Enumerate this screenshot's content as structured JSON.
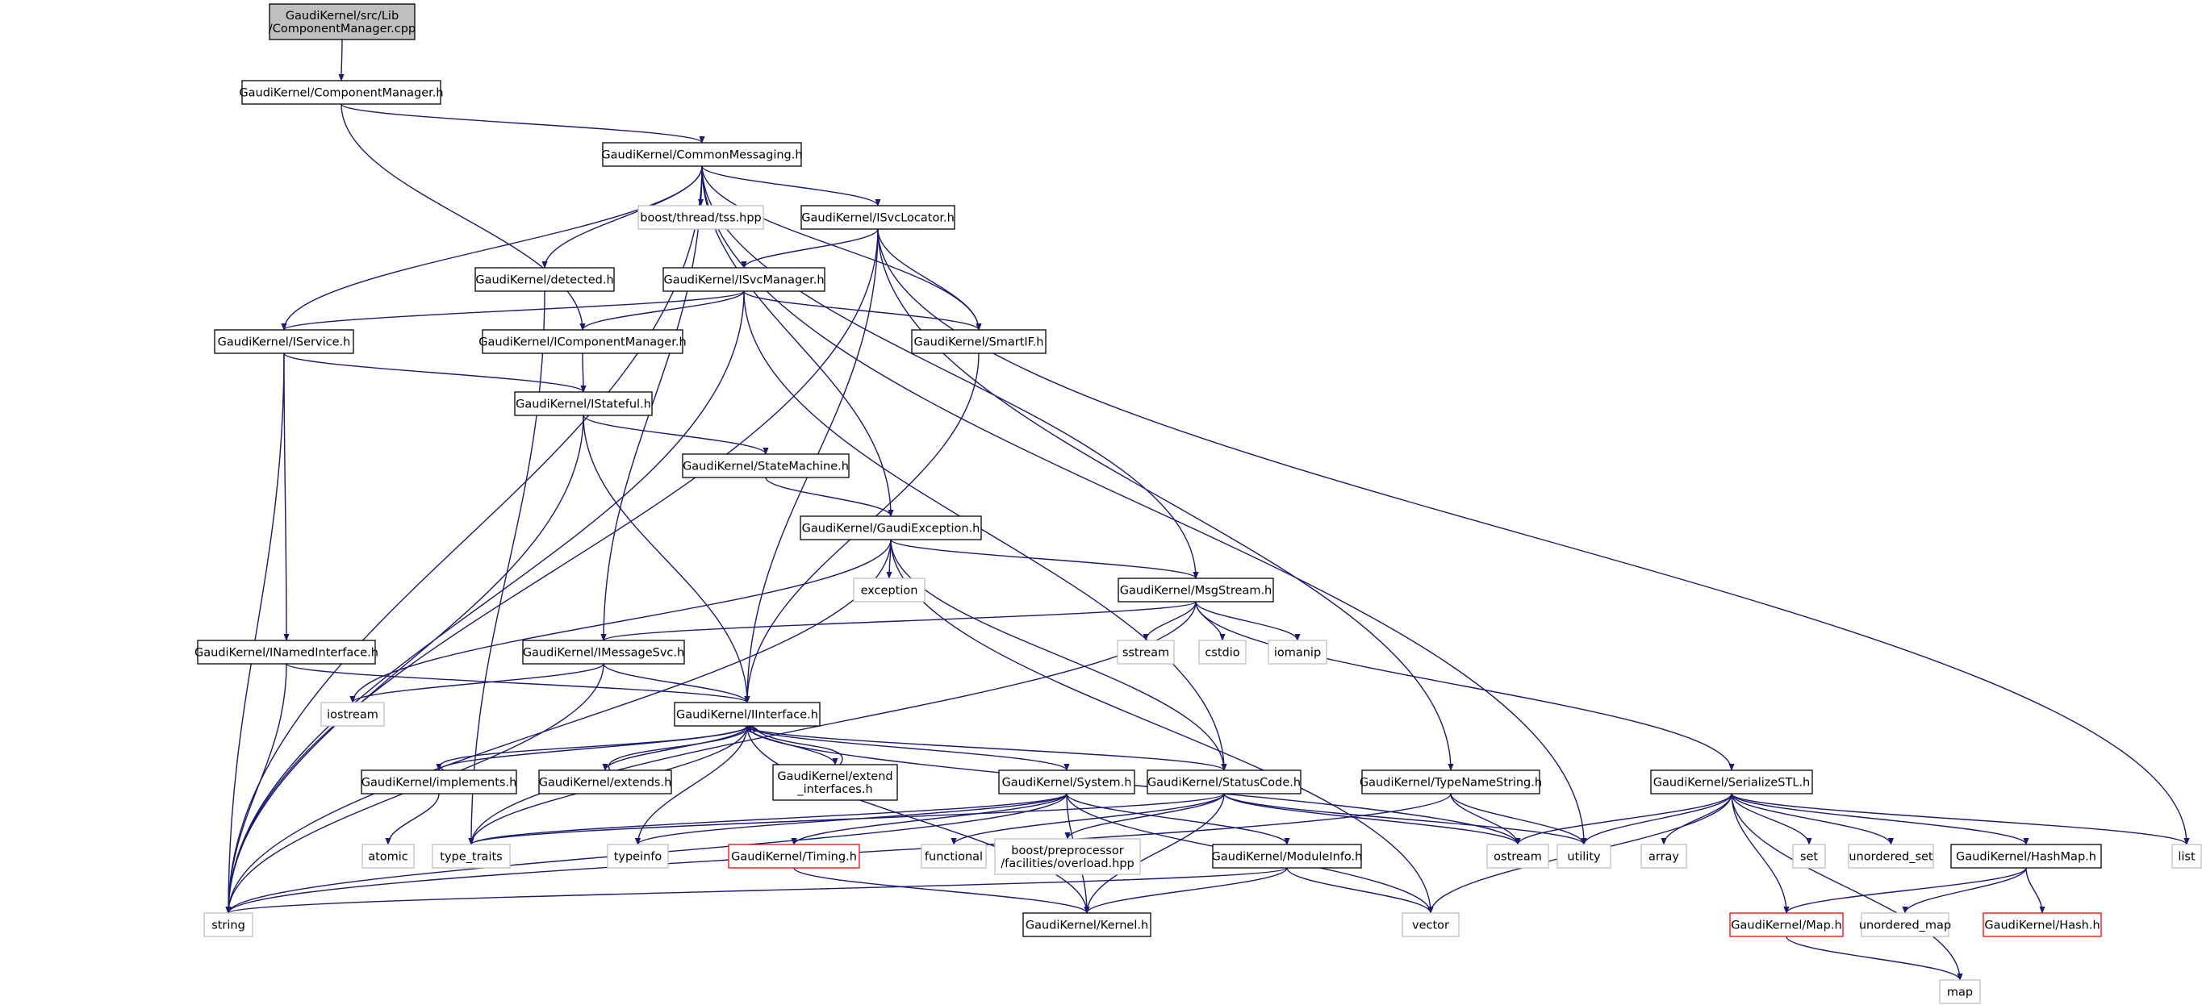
{
  "colors": {
    "edge": "#191970",
    "node_border_default": "#000000",
    "node_border_external": "#bfbfbf",
    "node_border_incomplete": "#ff0000",
    "root_fill": "#bfbfbf",
    "node_fill": "#ffffff",
    "text": "#000000"
  },
  "nodes": [
    {
      "id": "root",
      "lines": [
        "GaudiKernel/src/Lib",
        "/ComponentManager.cpp"
      ],
      "kind": "root"
    },
    {
      "id": "cm",
      "lines": [
        "GaudiKernel/ComponentManager.h"
      ],
      "kind": "default"
    },
    {
      "id": "cmsg",
      "lines": [
        "GaudiKernel/CommonMessaging.h"
      ],
      "kind": "default"
    },
    {
      "id": "tss",
      "lines": [
        "boost/thread/tss.hpp"
      ],
      "kind": "external"
    },
    {
      "id": "isvcloc",
      "lines": [
        "GaudiKernel/ISvcLocator.h"
      ],
      "kind": "default"
    },
    {
      "id": "detected",
      "lines": [
        "GaudiKernel/detected.h"
      ],
      "kind": "default"
    },
    {
      "id": "isvcmgr",
      "lines": [
        "GaudiKernel/ISvcManager.h"
      ],
      "kind": "default"
    },
    {
      "id": "iservice",
      "lines": [
        "GaudiKernel/IService.h"
      ],
      "kind": "default"
    },
    {
      "id": "icompmgr",
      "lines": [
        "GaudiKernel/IComponentManager.h"
      ],
      "kind": "default"
    },
    {
      "id": "smartif",
      "lines": [
        "GaudiKernel/SmartIF.h"
      ],
      "kind": "default"
    },
    {
      "id": "istateful",
      "lines": [
        "GaudiKernel/IStateful.h"
      ],
      "kind": "default"
    },
    {
      "id": "statemachine",
      "lines": [
        "GaudiKernel/StateMachine.h"
      ],
      "kind": "default"
    },
    {
      "id": "gexc",
      "lines": [
        "GaudiKernel/GaudiException.h"
      ],
      "kind": "default"
    },
    {
      "id": "exception",
      "lines": [
        "exception"
      ],
      "kind": "external"
    },
    {
      "id": "msgstream",
      "lines": [
        "GaudiKernel/MsgStream.h"
      ],
      "kind": "default"
    },
    {
      "id": "inamed",
      "lines": [
        "GaudiKernel/INamedInterface.h"
      ],
      "kind": "default"
    },
    {
      "id": "imsgsvc",
      "lines": [
        "GaudiKernel/IMessageSvc.h"
      ],
      "kind": "default"
    },
    {
      "id": "sstream",
      "lines": [
        "sstream"
      ],
      "kind": "external"
    },
    {
      "id": "cstdio",
      "lines": [
        "cstdio"
      ],
      "kind": "external"
    },
    {
      "id": "iomanip",
      "lines": [
        "iomanip"
      ],
      "kind": "external"
    },
    {
      "id": "iostream",
      "lines": [
        "iostream"
      ],
      "kind": "external"
    },
    {
      "id": "iinterface",
      "lines": [
        "GaudiKernel/IInterface.h"
      ],
      "kind": "default"
    },
    {
      "id": "implements",
      "lines": [
        "GaudiKernel/implements.h"
      ],
      "kind": "default"
    },
    {
      "id": "extends",
      "lines": [
        "GaudiKernel/extends.h"
      ],
      "kind": "default"
    },
    {
      "id": "extendif",
      "lines": [
        "GaudiKernel/extend",
        "_interfaces.h"
      ],
      "kind": "default"
    },
    {
      "id": "system",
      "lines": [
        "GaudiKernel/System.h"
      ],
      "kind": "default"
    },
    {
      "id": "statuscode",
      "lines": [
        "GaudiKernel/StatusCode.h"
      ],
      "kind": "default"
    },
    {
      "id": "typename",
      "lines": [
        "GaudiKernel/TypeNameString.h"
      ],
      "kind": "default"
    },
    {
      "id": "serialize",
      "lines": [
        "GaudiKernel/SerializeSTL.h"
      ],
      "kind": "default"
    },
    {
      "id": "atomic",
      "lines": [
        "atomic"
      ],
      "kind": "external"
    },
    {
      "id": "typetraits",
      "lines": [
        "type_traits"
      ],
      "kind": "external"
    },
    {
      "id": "typeinfo",
      "lines": [
        "typeinfo"
      ],
      "kind": "external"
    },
    {
      "id": "timing",
      "lines": [
        "GaudiKernel/Timing.h"
      ],
      "kind": "incomplete"
    },
    {
      "id": "functional",
      "lines": [
        "functional"
      ],
      "kind": "external"
    },
    {
      "id": "overload",
      "lines": [
        "boost/preprocessor",
        "/facilities/overload.hpp"
      ],
      "kind": "external"
    },
    {
      "id": "moduleinfo",
      "lines": [
        "GaudiKernel/ModuleInfo.h"
      ],
      "kind": "default"
    },
    {
      "id": "ostream",
      "lines": [
        "ostream"
      ],
      "kind": "external"
    },
    {
      "id": "utility",
      "lines": [
        "utility"
      ],
      "kind": "external"
    },
    {
      "id": "array",
      "lines": [
        "array"
      ],
      "kind": "external"
    },
    {
      "id": "set",
      "lines": [
        "set"
      ],
      "kind": "external"
    },
    {
      "id": "unordset",
      "lines": [
        "unordered_set"
      ],
      "kind": "external"
    },
    {
      "id": "hashmap",
      "lines": [
        "GaudiKernel/HashMap.h"
      ],
      "kind": "default"
    },
    {
      "id": "list",
      "lines": [
        "list"
      ],
      "kind": "external"
    },
    {
      "id": "string",
      "lines": [
        "string"
      ],
      "kind": "external"
    },
    {
      "id": "kernel",
      "lines": [
        "GaudiKernel/Kernel.h"
      ],
      "kind": "default"
    },
    {
      "id": "vector",
      "lines": [
        "vector"
      ],
      "kind": "external"
    },
    {
      "id": "maph",
      "lines": [
        "GaudiKernel/Map.h"
      ],
      "kind": "incomplete"
    },
    {
      "id": "unordmap",
      "lines": [
        "unordered_map"
      ],
      "kind": "external"
    },
    {
      "id": "hashh",
      "lines": [
        "GaudiKernel/Hash.h"
      ],
      "kind": "incomplete"
    },
    {
      "id": "map",
      "lines": [
        "map"
      ],
      "kind": "external"
    }
  ],
  "edges": [
    [
      "root",
      "cm"
    ],
    [
      "cm",
      "cmsg"
    ],
    [
      "cm",
      "icompmgr"
    ],
    [
      "cmsg",
      "string"
    ],
    [
      "cmsg",
      "iservice"
    ],
    [
      "cmsg",
      "imsgsvc"
    ],
    [
      "cmsg",
      "detected"
    ],
    [
      "cmsg",
      "tss"
    ],
    [
      "cmsg",
      "isvcloc"
    ],
    [
      "cmsg",
      "smartif"
    ],
    [
      "cmsg",
      "gexc"
    ],
    [
      "cmsg",
      "msgstream"
    ],
    [
      "cmsg",
      "utility"
    ],
    [
      "isvcloc",
      "string"
    ],
    [
      "isvcloc",
      "isvcmgr"
    ],
    [
      "isvcloc",
      "smartif"
    ],
    [
      "isvcloc",
      "iinterface"
    ],
    [
      "isvcloc",
      "typename"
    ],
    [
      "isvcloc",
      "list"
    ],
    [
      "detected",
      "typetraits"
    ],
    [
      "isvcmgr",
      "iservice"
    ],
    [
      "isvcmgr",
      "icompmgr"
    ],
    [
      "isvcmgr",
      "smartif"
    ],
    [
      "isvcmgr",
      "string"
    ],
    [
      "isvcmgr",
      "statuscode"
    ],
    [
      "iservice",
      "istateful"
    ],
    [
      "iservice",
      "inamed"
    ],
    [
      "iservice",
      "string"
    ],
    [
      "icompmgr",
      "istateful"
    ],
    [
      "smartif",
      "iinterface"
    ],
    [
      "istateful",
      "statemachine"
    ],
    [
      "istateful",
      "iinterface"
    ],
    [
      "istateful",
      "string"
    ],
    [
      "statemachine",
      "gexc"
    ],
    [
      "gexc",
      "exception"
    ],
    [
      "gexc",
      "msgstream"
    ],
    [
      "gexc",
      "statuscode"
    ],
    [
      "gexc",
      "iostream"
    ],
    [
      "gexc",
      "string"
    ],
    [
      "gexc",
      "vector"
    ],
    [
      "msgstream",
      "imsgsvc"
    ],
    [
      "msgstream",
      "sstream"
    ],
    [
      "msgstream",
      "cstdio"
    ],
    [
      "msgstream",
      "iomanip"
    ],
    [
      "msgstream",
      "serialize"
    ],
    [
      "msgstream",
      "typetraits"
    ],
    [
      "inamed",
      "iinterface"
    ],
    [
      "inamed",
      "string"
    ],
    [
      "imsgsvc",
      "iinterface"
    ],
    [
      "imsgsvc",
      "iostream"
    ],
    [
      "imsgsvc",
      "string"
    ],
    [
      "iinterface",
      "implements"
    ],
    [
      "iinterface",
      "extends"
    ],
    [
      "iinterface",
      "extendif"
    ],
    [
      "iinterface",
      "system"
    ],
    [
      "iinterface",
      "statuscode"
    ],
    [
      "iinterface",
      "typetraits"
    ],
    [
      "iinterface",
      "typeinfo"
    ],
    [
      "iinterface",
      "kernel"
    ],
    [
      "iinterface",
      "ostream"
    ],
    [
      "implements",
      "iinterface"
    ],
    [
      "implements",
      "atomic"
    ],
    [
      "extends",
      "iinterface"
    ],
    [
      "extendif",
      "iinterface"
    ],
    [
      "system",
      "timing"
    ],
    [
      "system",
      "kernel"
    ],
    [
      "system",
      "typeinfo"
    ],
    [
      "system",
      "string"
    ],
    [
      "system",
      "moduleinfo"
    ],
    [
      "system",
      "typetraits"
    ],
    [
      "system",
      "vector"
    ],
    [
      "statuscode",
      "functional"
    ],
    [
      "statuscode",
      "overload"
    ],
    [
      "statuscode",
      "ostream"
    ],
    [
      "statuscode",
      "utility"
    ],
    [
      "statuscode",
      "kernel"
    ],
    [
      "statuscode",
      "typetraits"
    ],
    [
      "typename",
      "ostream"
    ],
    [
      "typename",
      "utility"
    ],
    [
      "typename",
      "string"
    ],
    [
      "serialize",
      "ostream"
    ],
    [
      "serialize",
      "utility"
    ],
    [
      "serialize",
      "array"
    ],
    [
      "serialize",
      "set"
    ],
    [
      "serialize",
      "unordset"
    ],
    [
      "serialize",
      "hashmap"
    ],
    [
      "serialize",
      "list"
    ],
    [
      "serialize",
      "maph"
    ],
    [
      "serialize",
      "vector"
    ],
    [
      "serialize",
      "map"
    ],
    [
      "timing",
      "kernel"
    ],
    [
      "moduleinfo",
      "kernel"
    ],
    [
      "moduleinfo",
      "string"
    ],
    [
      "moduleinfo",
      "vector"
    ],
    [
      "hashmap",
      "maph"
    ],
    [
      "hashmap",
      "unordmap"
    ],
    [
      "hashmap",
      "hashh"
    ],
    [
      "maph",
      "map"
    ]
  ]
}
